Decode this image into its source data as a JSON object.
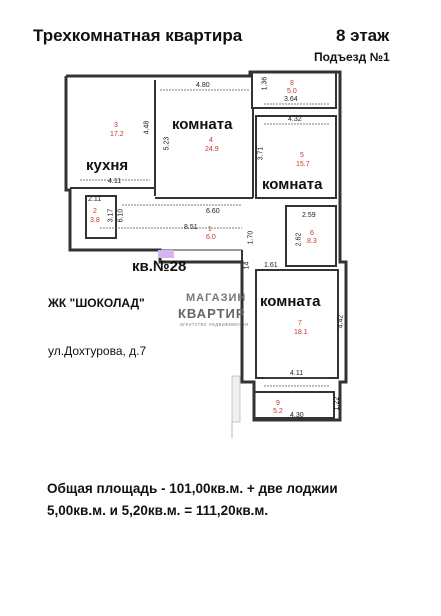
{
  "header": {
    "title": "Трехкомнатная квартира",
    "floor": "8 этаж",
    "entrance": "Подъезд №1"
  },
  "plan": {
    "apartment_label": "кв.№28",
    "rooms": {
      "kitchen": {
        "label": "кухня",
        "number": "3",
        "area": "17.2"
      },
      "room1": {
        "label": "комната",
        "number": "4",
        "area": "24.9"
      },
      "room2": {
        "label": "комната",
        "number": "5",
        "area": "15.7"
      },
      "room3": {
        "label": "комната",
        "number": "7",
        "area": "18.1"
      },
      "bath": {
        "number": "2",
        "area": "3.8"
      },
      "hall": {
        "number": "1",
        "area": "6.0"
      },
      "wc": {
        "number": "6",
        "area": "8.3"
      },
      "loggia1": {
        "number": "8",
        "area": "5.0"
      },
      "loggia2": {
        "number": "9",
        "area": "5.2"
      }
    },
    "dimensions": {
      "d480": "4.80",
      "d136": "1.36",
      "d364": "3.64",
      "d432": "4.32",
      "d448": "4.48",
      "d523": "5.23",
      "d371": "3.71",
      "d411": "4.11",
      "d211": "2.11",
      "d317": "3.17",
      "d610": "6.10",
      "d660": "6.60",
      "d851": "8.51",
      "d170": "1.70",
      "d259": "2.59",
      "d262": "2.62",
      "d161": "1.61",
      "d14": "14",
      "d442": "4.42",
      "d411b": "4.11",
      "d122": "1.22",
      "d430": "4.30"
    }
  },
  "info": {
    "complex": "ЖК \"ШОКОЛАД\"",
    "address": "ул.Дохтурова, д.7"
  },
  "logo": {
    "line1": "МАГАЗИН",
    "line2": "КВАРТИР",
    "line3": "агентство недвижимости"
  },
  "summary": {
    "line1": "Общая площадь - 101,00кв.м. + две лоджии",
    "line2": "5,00кв.м. и 5,20кв.м. = 111,20кв.м."
  }
}
